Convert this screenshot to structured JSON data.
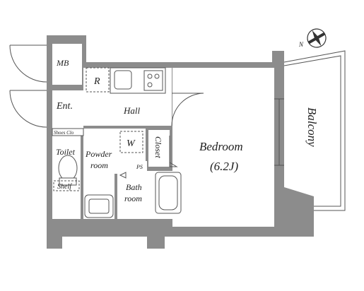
{
  "rooms": {
    "mb": "MB",
    "entrance": "Ent.",
    "shoes_closet": "Shoes Clo",
    "hall": "Hall",
    "toilet": "Toilet",
    "shelf": "Shelf",
    "powder_room_line1": "Powder",
    "powder_room_line2": "room",
    "washer": "W",
    "closet": "Closet",
    "ps": "PS",
    "bath_line1": "Bath",
    "bath_line2": "room",
    "bedroom": "Bedroom",
    "bedroom_size": "(6.2J)",
    "balcony": "Balcony",
    "refrigerator": "R"
  },
  "compass": {
    "letter": "N",
    "icon": "north-arrow-icon"
  },
  "colors": {
    "wall": "#8c8c8c",
    "line": "#555555",
    "background": "#ffffff"
  }
}
